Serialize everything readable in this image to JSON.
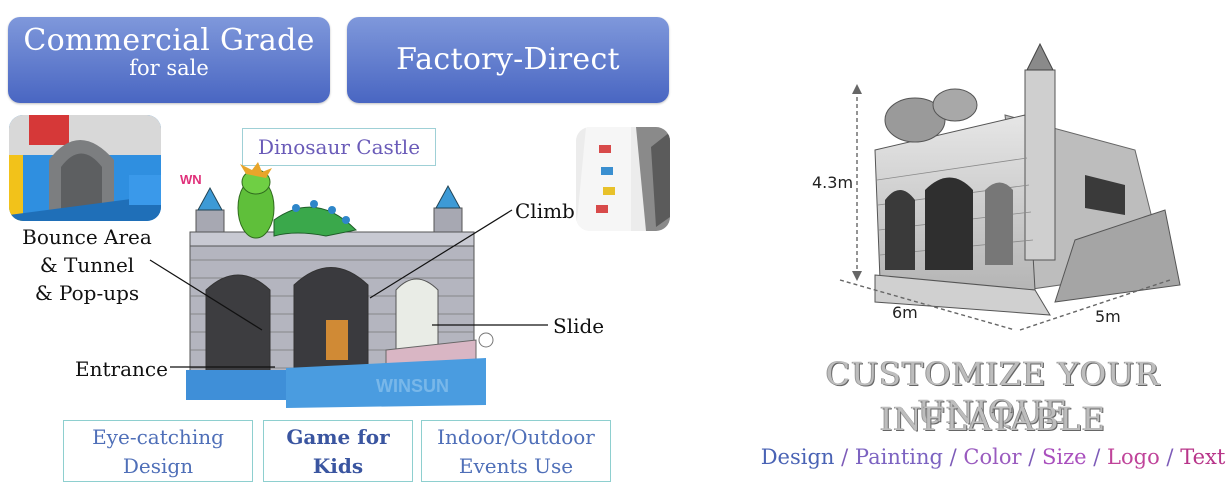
{
  "badges": {
    "commercial_main": "Commercial Grade",
    "commercial_sub": "for sale",
    "factory": "Factory-Direct"
  },
  "product": {
    "title": "Dinosaur Castle",
    "title_colors": {
      "part1": "#5b6fc2",
      "part2": "#c0449a"
    },
    "logo_fragment": "WN"
  },
  "callouts": {
    "bounce": [
      "Bounce Area",
      "& Tunnel",
      "& Pop-ups"
    ],
    "climb": "Climb",
    "slide": "Slide",
    "entrance": "Entrance"
  },
  "features": {
    "design": [
      "Eye-catching",
      "Design"
    ],
    "kids": [
      "Game for",
      "Kids"
    ],
    "events": [
      "Indoor/Outdoor",
      "Events Use"
    ]
  },
  "dimensions": {
    "height": "4.3m",
    "width": "6m",
    "depth": "5m"
  },
  "customize": {
    "line1": "CUSTOMIZE YOUR UNIQUE",
    "line2": "INFLATABLE",
    "options": [
      {
        "label": "Design",
        "color": "#4a63b5"
      },
      {
        "label": "Painting",
        "color": "#7c63c1"
      },
      {
        "label": "Color",
        "color": "#9a5bbf"
      },
      {
        "label": "Size",
        "color": "#a94fbd"
      },
      {
        "label": "Logo",
        "color": "#c0449a"
      },
      {
        "label": "Text",
        "color": "#b8358a"
      }
    ],
    "separator": "/"
  },
  "colors": {
    "badge_blue": "#5a74cc",
    "feature_border": "#8ecfcf",
    "castle_grey": "#a9a9b3",
    "dino_green": "#5fbf3a",
    "base_blue": "#3f8fd8"
  }
}
